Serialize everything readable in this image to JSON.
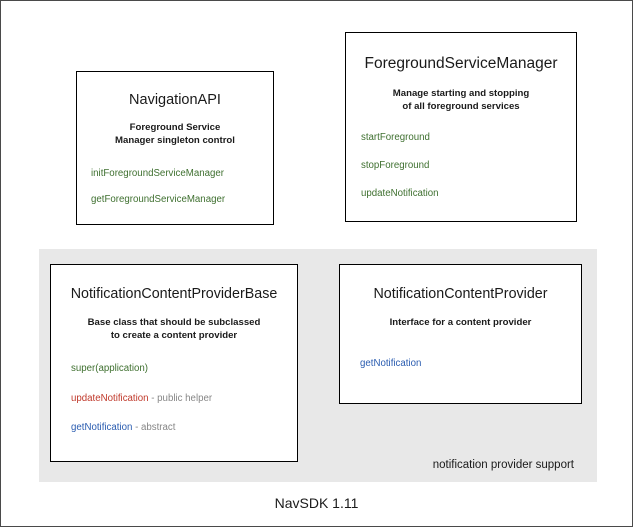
{
  "diagram": {
    "footer": "NavSDK 1.11",
    "group": {
      "label": "notification provider support",
      "background_color": "#e8e8e8"
    },
    "colors": {
      "green": "#3f7030",
      "red": "#c0392b",
      "blue": "#2a5cb0",
      "note_gray": "#868686",
      "text": "#1a1a1a",
      "border": "#000000"
    },
    "boxes": [
      {
        "id": "navigationapi",
        "title": "NavigationAPI",
        "description_lines": [
          "Foreground Service",
          "Manager singleton control"
        ],
        "methods": [
          {
            "name": "initForegroundServiceManager",
            "color": "green",
            "note": ""
          },
          {
            "name": "getForegroundServiceManager",
            "color": "green",
            "note": ""
          }
        ]
      },
      {
        "id": "foregroundservicemanager",
        "title": "ForegroundServiceManager",
        "description_lines": [
          "Manage starting and stopping",
          "of all foreground services"
        ],
        "methods": [
          {
            "name": "startForeground",
            "color": "green",
            "note": ""
          },
          {
            "name": "stopForeground",
            "color": "green",
            "note": ""
          },
          {
            "name": "updateNotification",
            "color": "green",
            "note": ""
          }
        ]
      },
      {
        "id": "notificationcontentproviderbase",
        "title": "NotificationContentProviderBase",
        "description_lines": [
          "Base class that should be subclassed",
          "to create a content provider"
        ],
        "methods": [
          {
            "name": "super(application)",
            "color": "green",
            "note": ""
          },
          {
            "name": "updateNotification",
            "color": "red",
            "note": " - public helper"
          },
          {
            "name": "getNotification",
            "color": "blue",
            "note": " - abstract"
          }
        ]
      },
      {
        "id": "notificationcontentprovider",
        "title": "NotificationContentProvider",
        "description_lines": [
          "Interface for a content provider"
        ],
        "methods": [
          {
            "name": "getNotification",
            "color": "blue",
            "note": ""
          }
        ]
      }
    ]
  }
}
